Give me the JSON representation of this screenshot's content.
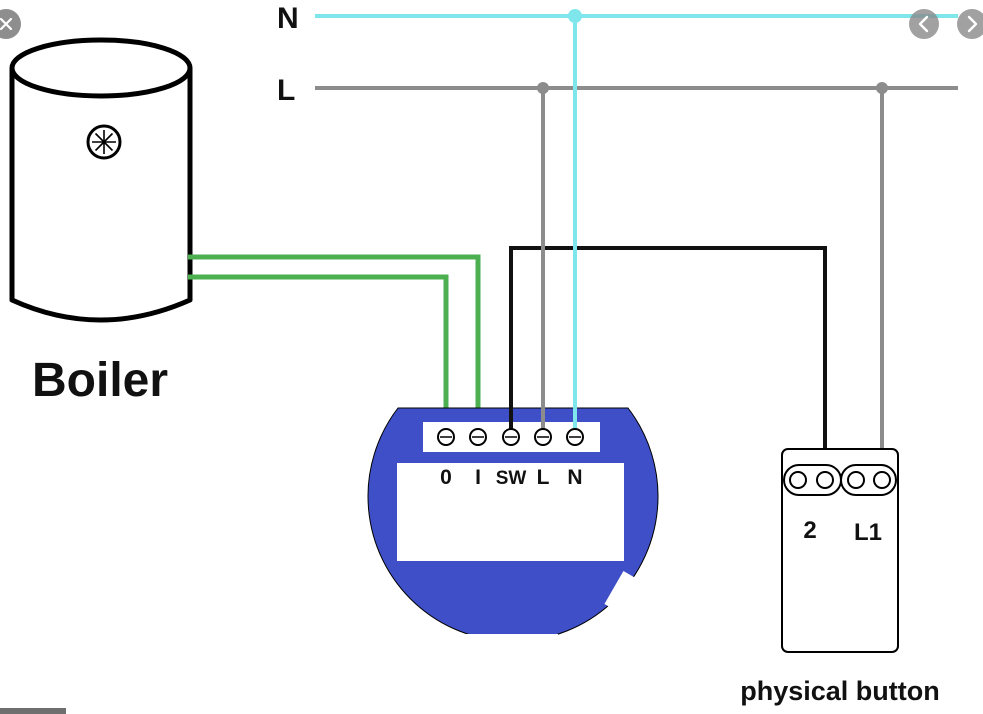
{
  "lines": {
    "neutral_label": "N",
    "live_label": "L"
  },
  "boiler": {
    "label": "Boiler"
  },
  "relay": {
    "terminals": [
      "0",
      "I",
      "SW",
      "L",
      "N"
    ]
  },
  "switch": {
    "terminals": [
      "2",
      "L1"
    ],
    "caption": "physical button"
  },
  "colors": {
    "neutral": "#7fe6ec",
    "live": "#8c8c8c",
    "load": "#4caf50",
    "switch_wire": "#111111",
    "relay_body": "#3f4fc7"
  },
  "icons": {
    "close": "close-icon",
    "prev": "chevron-left-icon",
    "next": "chevron-right-icon"
  }
}
